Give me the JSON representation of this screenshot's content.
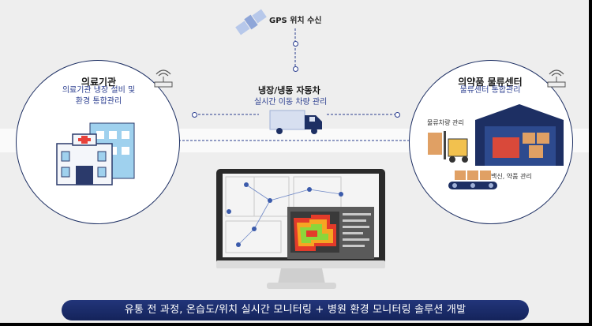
{
  "gps": {
    "label": "GPS 위치 수신"
  },
  "truck": {
    "title": "냉장/냉동 자동차",
    "subtitle": "실시간 이동 차량 관리"
  },
  "hospital": {
    "title": "의료기관",
    "subtitle_line1": "의료기관 냉장 설비 및",
    "subtitle_line2": "환경 통합관리"
  },
  "logistics": {
    "title": "의약품 물류센터",
    "subtitle": "물류센터 통합관리",
    "forklift_label": "물류차량 관리",
    "conveyor_label": "백신, 약품 관리"
  },
  "footer": {
    "text": "유통 전 과정, 온습도/위치 실시간 모니터링 + 병원 환경 모니터링 솔루션 개발"
  },
  "colors": {
    "navy": "#1d2f63",
    "accent_text": "#2a3d8f",
    "hospital_cross": "#e8413a",
    "container_red": "#d9493a"
  }
}
